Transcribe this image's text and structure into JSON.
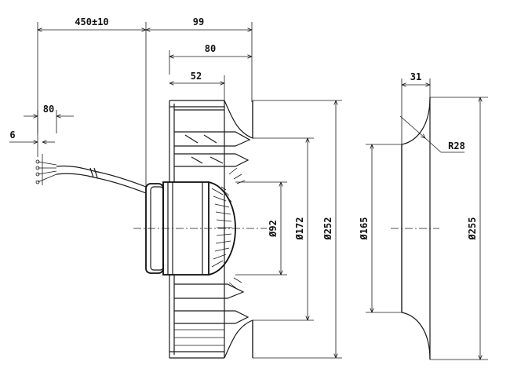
{
  "dimensions": {
    "cable_length": "450±10",
    "d99": "99",
    "d80_top": "80",
    "d52": "52",
    "d80_left": "80",
    "d6": "6",
    "d31": "31",
    "r28": "R28",
    "dia92": "Ø92",
    "dia172": "Ø172",
    "dia252": "Ø252",
    "dia165": "Ø165",
    "dia255": "Ø255"
  }
}
